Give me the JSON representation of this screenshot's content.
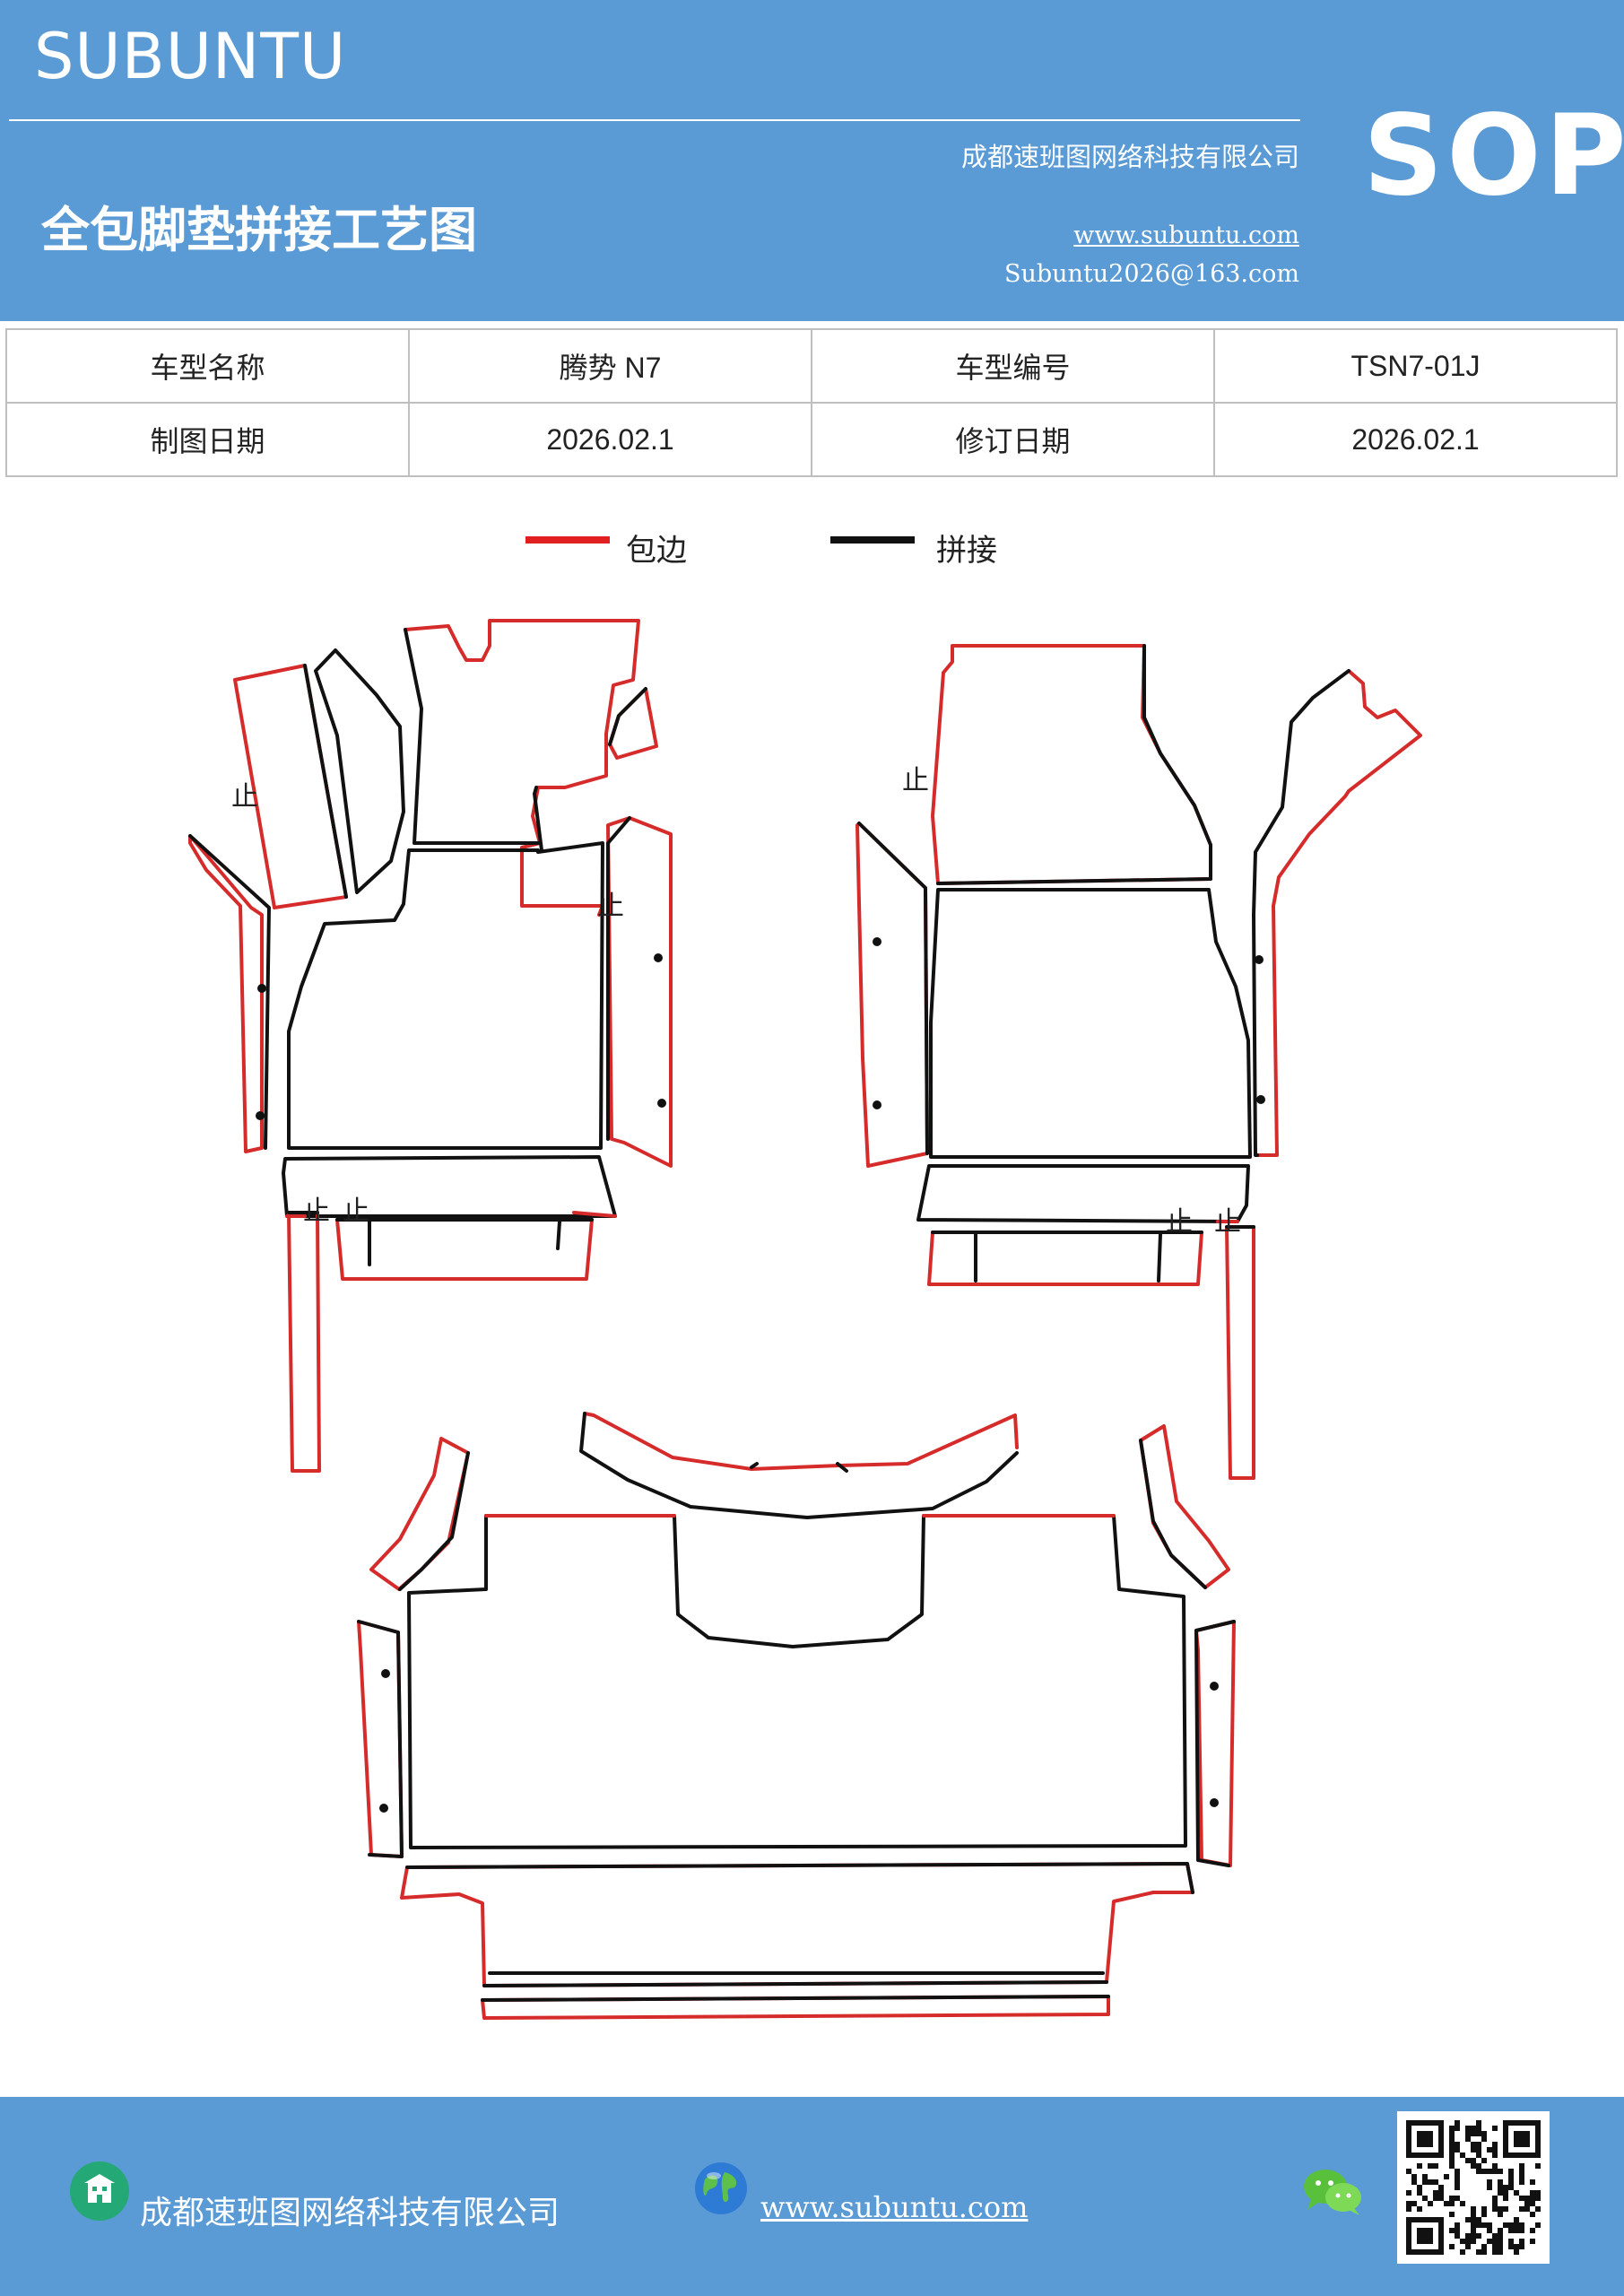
{
  "header": {
    "brand": "SUBUNTU",
    "title": "全包脚垫拼接工艺图",
    "company": "成都速班图网络科技有限公司",
    "website": "www.subuntu.com",
    "email": "Subuntu2026@163.com",
    "badge": "SOP"
  },
  "info": {
    "model_name_label": "车型名称",
    "model_name": "腾势 N7",
    "model_code_label": "车型编号",
    "model_code": "TSN7-01J",
    "draw_date_label": "制图日期",
    "draw_date": "2026.02.1",
    "revise_date_label": "修订日期",
    "revise_date": "2026.02.1"
  },
  "legend": {
    "edge_label": "包边",
    "edge_color": "#e02020",
    "seam_label": "拼接",
    "seam_color": "#111111"
  },
  "drawing": {
    "stop_mark": "止"
  },
  "footer": {
    "company": "成都速班图网络科技有限公司",
    "website": "www.subuntu.com",
    "building_icon": "building-icon",
    "globe_icon": "globe-icon",
    "wechat_icon": "wechat-icon",
    "qr_icon": "qr-code"
  }
}
